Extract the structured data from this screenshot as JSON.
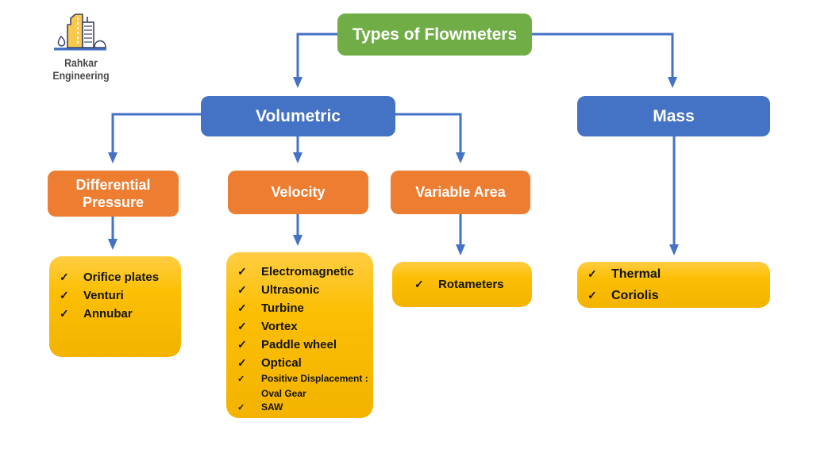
{
  "brand": {
    "name_line1": "Rahkar",
    "name_line2": "Engineering"
  },
  "diagram": {
    "root": "Types of Flowmeters",
    "volumetric": "Volumetric",
    "mass": "Mass",
    "differential_pressure": "Differential Pressure",
    "velocity": "Velocity",
    "variable_area": "Variable Area",
    "differential_pressure_items": [
      {
        "text": "Orifice plates"
      },
      {
        "text": "Venturi"
      },
      {
        "text": "Annubar"
      }
    ],
    "velocity_items": [
      {
        "text": "Electromagnetic"
      },
      {
        "text": "Ultrasonic"
      },
      {
        "text": "Turbine"
      },
      {
        "text": "Vortex"
      },
      {
        "text": "Paddle wheel"
      },
      {
        "text": "Optical"
      },
      {
        "text": "Positive Displacement :",
        "small": true
      },
      {
        "text": "Oval Gear",
        "small": true,
        "no_check": true
      },
      {
        "text": "SAW",
        "small": true
      }
    ],
    "variable_area_items": [
      {
        "text": "Rotameters"
      }
    ],
    "mass_items": [
      {
        "text": "Thermal"
      },
      {
        "text": "Coriolis"
      }
    ]
  },
  "icons": {
    "check": "✓"
  },
  "colors": {
    "root_green": "#70AD47",
    "branch_blue": "#4472C4",
    "category_orange": "#ED7D31",
    "leaf_yellow": "#FDC005",
    "connector_blue": "#4472C4",
    "text_dark": "#141414"
  }
}
